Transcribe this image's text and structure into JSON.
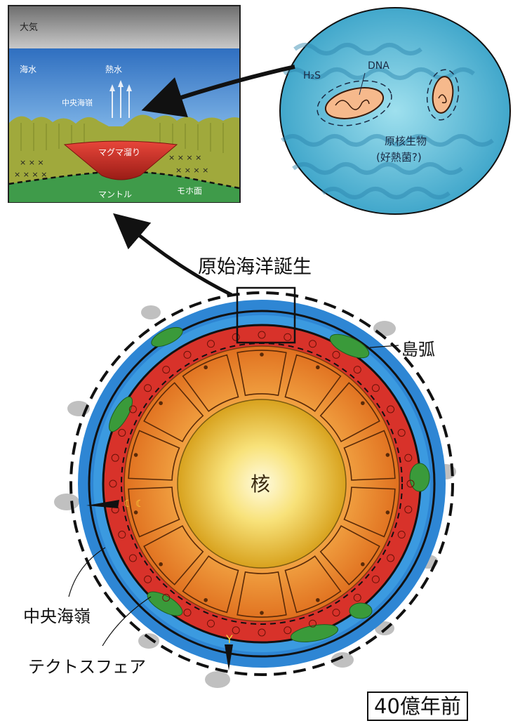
{
  "title": "原始海洋誕生",
  "epoch": "40億年前",
  "inset": {
    "atmosphere": "大気",
    "seawater": "海水",
    "hot_water": "熱水",
    "ridge": "中央海嶺",
    "magma": "マグマ溜り",
    "mantle": "マントル",
    "moho": "モホ面"
  },
  "bubble": {
    "h2s": "H₂S",
    "dna": "DNA",
    "organism_line1": "原核生物",
    "organism_line2": "(好熱菌?)"
  },
  "globe": {
    "core": "核",
    "island_arc": "島弧",
    "mid_ocean_ridge": "中央海嶺",
    "tectosphere": "テクトスフェア"
  },
  "colors": {
    "atmosphere": "#8f8f8f",
    "seawater": "#2f77c4",
    "crust": "#9aa53a",
    "magma": "#d8322a",
    "mantle_green": "#3f9b4a",
    "ocean_ring": "#2e86d4",
    "core_yellow": "#f3d23a",
    "mantle_orange": "#ee8a2e",
    "island_green": "#3a9a3a"
  }
}
